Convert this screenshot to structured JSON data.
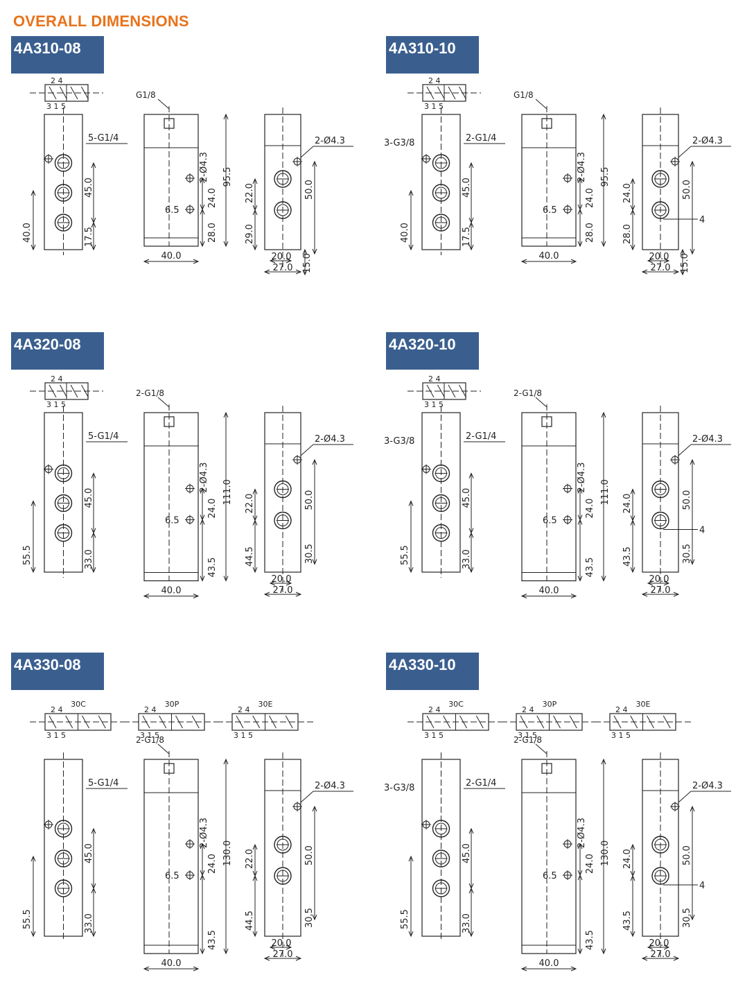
{
  "page": {
    "title": "OVERALL DIMENSIONS",
    "accent_color": "#e8731b",
    "label_color": "#3a5f8f"
  },
  "panels": [
    {
      "model": "4A310-08",
      "variant": "310",
      "port": "08",
      "symbol": {
        "top": "2 4",
        "bottom": "3 1 5"
      },
      "front": {
        "ports": "5-G1/4",
        "height": "40.0",
        "pitch": "45.0",
        "bottom": "17.5"
      },
      "side": {
        "top_port": "G1/8",
        "holes": "2-Ø4.3",
        "hole_pitch": "24.0",
        "offset": "6.5",
        "bottom": "28.0",
        "total": "95.5",
        "width": "40.0"
      },
      "end": {
        "holes": "2-Ø4.3",
        "dim_a": "22.0",
        "dim_b": "29.0",
        "pitch": "50.0",
        "inner": "20.0",
        "outer": "27.0",
        "foot": "15.0"
      }
    },
    {
      "model": "4A310-10",
      "variant": "310",
      "port": "10",
      "symbol": {
        "top": "2 4",
        "bottom": "3 1 5"
      },
      "front": {
        "ports": "2-G1/4",
        "ports2": "3-G3/8",
        "height": "40.0",
        "pitch": "45.0",
        "bottom": "17.5"
      },
      "side": {
        "top_port": "G1/8",
        "holes": "2-Ø4.3",
        "hole_pitch": "24.0",
        "offset": "6.5",
        "bottom": "28.0",
        "total": "95.5",
        "width": "40.0"
      },
      "end": {
        "holes": "2-Ø4.3",
        "dim_a": "24.0",
        "dim_b": "28.0",
        "pitch": "50.0",
        "inner": "20.0",
        "outer": "27.0",
        "foot": "15.0",
        "tab": "4"
      }
    },
    {
      "model": "4A320-08",
      "variant": "320",
      "port": "08",
      "symbol": {
        "top": "2 4",
        "bottom": "3 1 5"
      },
      "front": {
        "ports": "5-G1/4",
        "height": "55.5",
        "pitch": "45.0",
        "bottom": "33.0"
      },
      "side": {
        "top_port": "2-G1/8",
        "holes": "2-Ø4.3",
        "hole_pitch": "24.0",
        "offset": "6.5",
        "bottom": "43.5",
        "total": "111.0",
        "width": "40.0"
      },
      "end": {
        "holes": "2-Ø4.3",
        "dim_a": "22.0",
        "dim_b": "44.5",
        "pitch": "50.0",
        "lower": "30.5",
        "inner": "20.0",
        "outer": "27.0"
      }
    },
    {
      "model": "4A320-10",
      "variant": "320",
      "port": "10",
      "symbol": {
        "top": "2 4",
        "bottom": "3 1 5"
      },
      "front": {
        "ports": "2-G1/4",
        "ports2": "3-G3/8",
        "height": "55.5",
        "pitch": "45.0",
        "bottom": "33.0"
      },
      "side": {
        "top_port": "2-G1/8",
        "holes": "2-Ø4.3",
        "hole_pitch": "24.0",
        "offset": "6.5",
        "bottom": "43.5",
        "total": "111.0",
        "width": "40.0"
      },
      "end": {
        "holes": "2-Ø4.3",
        "dim_a": "24.0",
        "dim_b": "43.5",
        "pitch": "50.0",
        "lower": "30.5",
        "inner": "20.0",
        "outer": "27.0",
        "tab": "4"
      }
    },
    {
      "model": "4A330-08",
      "variant": "330",
      "port": "08",
      "symbols": [
        {
          "name": "30C",
          "top": "2 4",
          "bottom": "3 1 5"
        },
        {
          "name": "30P",
          "top": "2  4",
          "bottom": "3 1 5"
        },
        {
          "name": "30E",
          "top": "2  4",
          "bottom": "3 1 5"
        }
      ],
      "front": {
        "ports": "5-G1/4",
        "height": "55.5",
        "pitch": "45.0",
        "bottom": "33.0"
      },
      "side": {
        "top_port": "2-G1/8",
        "holes": "2-Ø4.3",
        "hole_pitch": "24.0",
        "offset": "6.5",
        "bottom": "43.5",
        "total": "130.0",
        "width": "40.0"
      },
      "end": {
        "holes": "2-Ø4.3",
        "dim_a": "22.0",
        "dim_b": "44.5",
        "pitch": "50.0",
        "lower": "30.5",
        "inner": "20.0",
        "outer": "27.0"
      }
    },
    {
      "model": "4A330-10",
      "variant": "330",
      "port": "10",
      "symbols": [
        {
          "name": "30C",
          "top": "2 4",
          "bottom": "3 1 5"
        },
        {
          "name": "30P",
          "top": "2  4",
          "bottom": "3 1 5"
        },
        {
          "name": "30E",
          "top": "2  4",
          "bottom": "3 1 5"
        }
      ],
      "front": {
        "ports": "2-G1/4",
        "ports2": "3-G3/8",
        "height": "55.5",
        "pitch": "45.0",
        "bottom": "33.0"
      },
      "side": {
        "top_port": "2-G1/8",
        "holes": "2-Ø4.3",
        "hole_pitch": "24.0",
        "offset": "6.5",
        "bottom": "43.5",
        "total": "130.0",
        "width": "40.0"
      },
      "end": {
        "holes": "2-Ø4.3",
        "dim_a": "24.0",
        "dim_b": "43.5",
        "pitch": "50.0",
        "lower": "30.5",
        "inner": "20.0",
        "outer": "27.0",
        "tab": "4"
      }
    }
  ]
}
